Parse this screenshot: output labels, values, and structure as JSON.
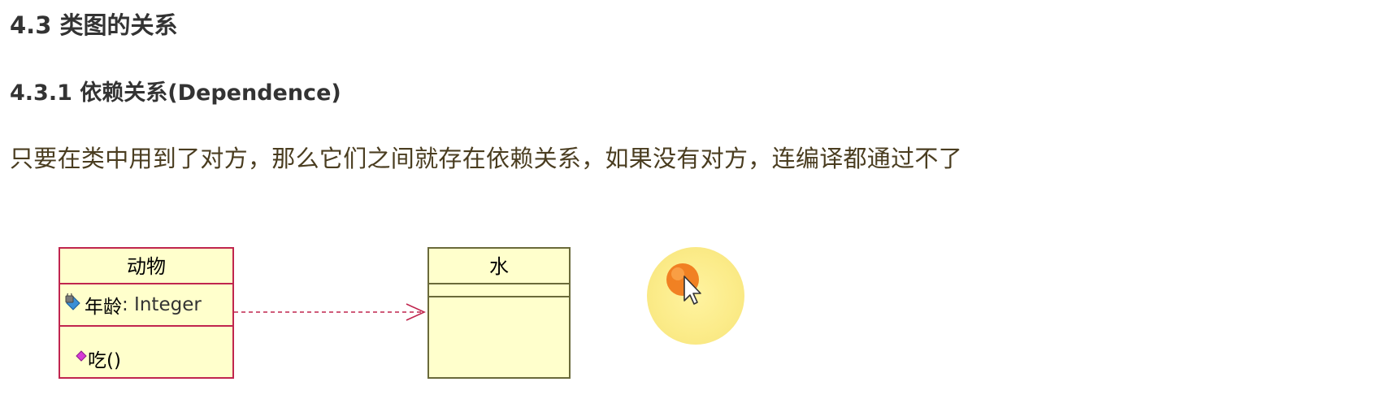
{
  "heading": "4.3 类图的关系",
  "subheading": "4.3.1 依赖关系(Dependence)",
  "paragraph": "只要在类中用到了对方，那么它们之间就存在依赖关系，如果没有对方，连编译都通过不了",
  "diagram": {
    "animal_class": {
      "name": "动物",
      "attribute_name": "年龄",
      "attribute_type": " : Integer",
      "operation": "吃()"
    },
    "water_class": {
      "name": "水"
    },
    "relationship": "dependency",
    "colors": {
      "class_fill": "#ffffcc",
      "animal_border": "#c0254e",
      "water_border": "#6a6a3a",
      "dependency_line": "#c0254e"
    }
  },
  "icons": {
    "attribute_icon": "private-attribute-icon",
    "operation_icon": "public-operation-icon",
    "cursor": "mouse-pointer-icon"
  }
}
